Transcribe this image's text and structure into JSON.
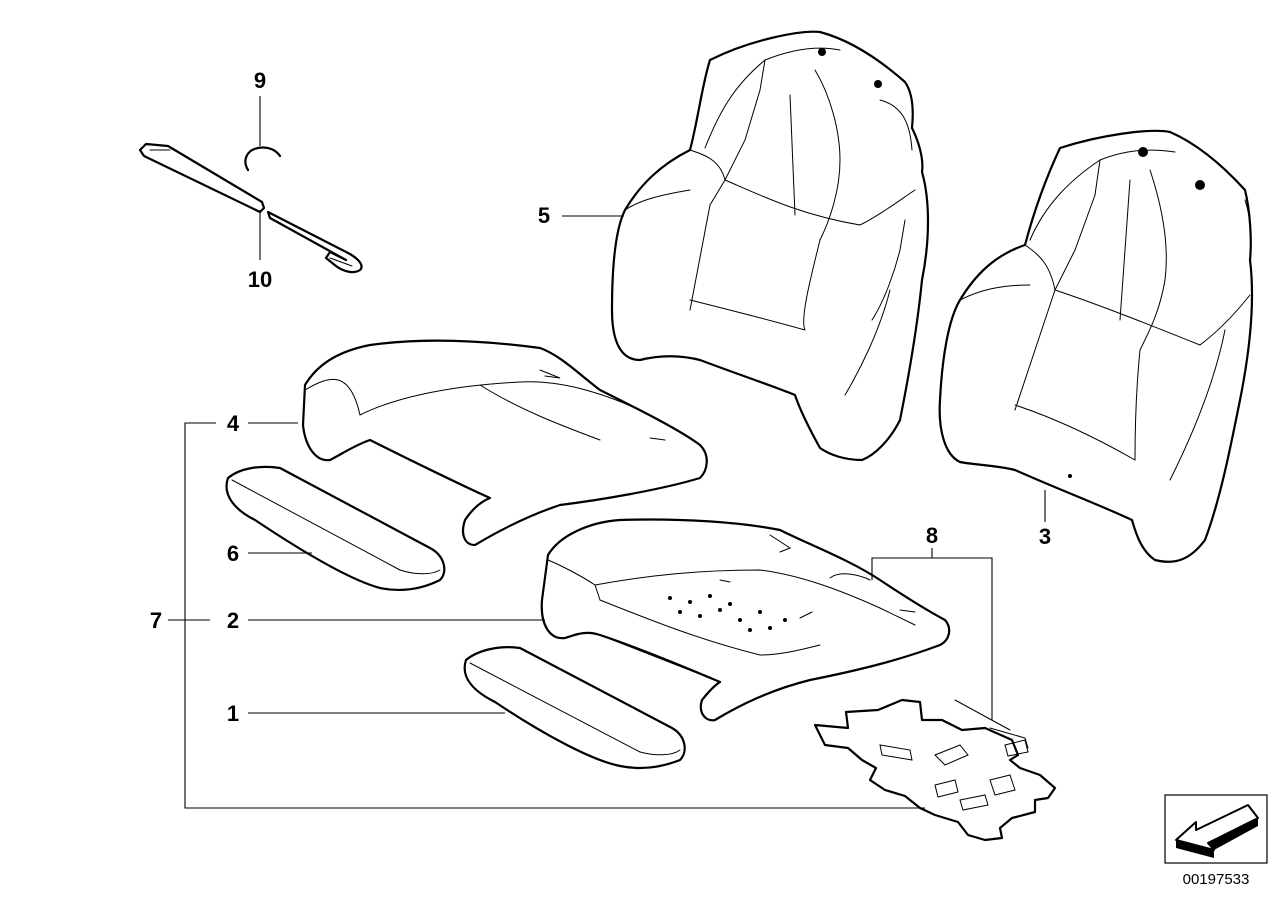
{
  "callouts": {
    "c1": "1",
    "c2": "2",
    "c3": "3",
    "c4": "4",
    "c5": "5",
    "c6": "6",
    "c7": "7",
    "c8": "8",
    "c9": "9",
    "c10": "10"
  },
  "diagram_id": "00197533",
  "nav_icon": "arrow-down-left-icon"
}
